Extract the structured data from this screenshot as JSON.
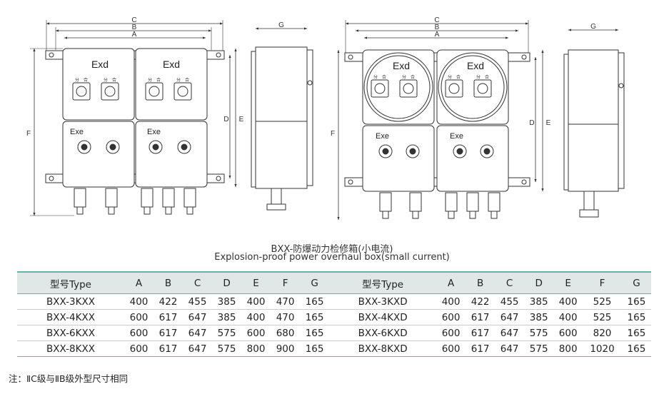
{
  "drawing": {
    "dims": {
      "a": "A",
      "b": "B",
      "c": "C",
      "d": "D",
      "e": "E",
      "f": "F",
      "g": "G"
    },
    "exd": "Exd",
    "exe": "Exe",
    "switch_on": "分",
    "switch_off": "合"
  },
  "caption": {
    "cn": "BXX-防爆动力检修箱(小电流)",
    "en": "Explosion-proof power overhaul box(small current)"
  },
  "table": {
    "headers": [
      "型号Type",
      "A",
      "B",
      "C",
      "D",
      "E",
      "F",
      "G",
      "型号Type",
      "A",
      "B",
      "C",
      "D",
      "E",
      "F",
      "G"
    ],
    "rows": [
      [
        "BXX-3KXX",
        "400",
        "422",
        "455",
        "385",
        "400",
        "470",
        "165",
        "BXX-3KXD",
        "400",
        "422",
        "455",
        "385",
        "400",
        "525",
        "165"
      ],
      [
        "BXX-4KXX",
        "600",
        "617",
        "647",
        "385",
        "400",
        "470",
        "165",
        "BXX-4KXD",
        "600",
        "617",
        "647",
        "385",
        "400",
        "525",
        "165"
      ],
      [
        "BXX-6KXX",
        "600",
        "617",
        "647",
        "575",
        "600",
        "680",
        "165",
        "BXX-6KXD",
        "600",
        "617",
        "647",
        "575",
        "600",
        "820",
        "165"
      ],
      [
        "BXX-8KXX",
        "600",
        "617",
        "647",
        "575",
        "800",
        "900",
        "165",
        "BXX-8KXD",
        "600",
        "617",
        "647",
        "575",
        "800",
        "1020",
        "165"
      ]
    ]
  },
  "note": "注：ⅡC级与ⅡB级外型尺寸相同"
}
